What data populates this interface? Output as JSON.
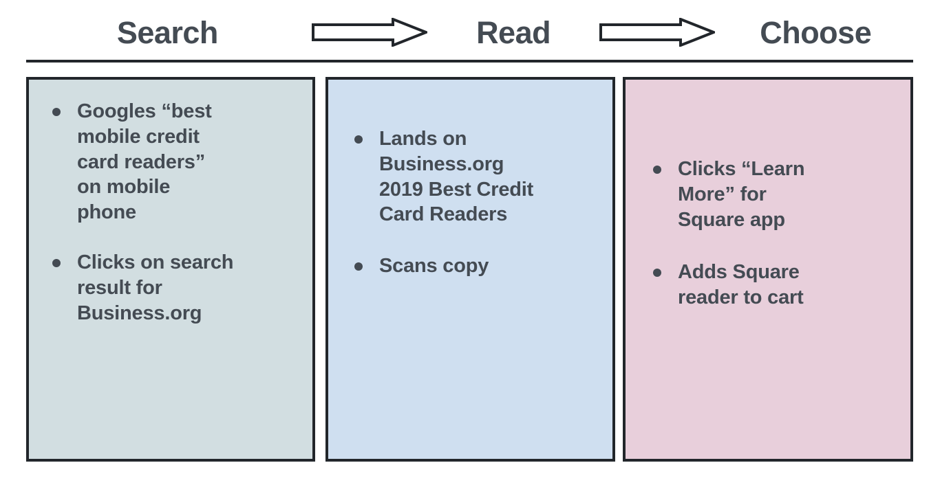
{
  "colors": {
    "text": "#444b53",
    "line": "#22262b",
    "col1_bg": "#d2dee1",
    "col2_bg": "#cfdff0",
    "col3_bg": "#e8cfdb",
    "page_bg": "#ffffff"
  },
  "header": {
    "stages": [
      {
        "label": "Search"
      },
      {
        "label": "Read"
      },
      {
        "label": "Choose"
      }
    ],
    "arrows": [
      {
        "name": "arrow-right-1"
      },
      {
        "name": "arrow-right-2"
      }
    ]
  },
  "columns": [
    {
      "stage": "Search",
      "bullets": [
        "Googles “best\nmobile credit\ncard readers”\non mobile\nphone",
        "Clicks on search\nresult for\nBusiness.org"
      ]
    },
    {
      "stage": "Read",
      "bullets": [
        "Lands on\nBusiness.org\n2019 Best Credit\nCard Readers",
        "Scans copy"
      ]
    },
    {
      "stage": "Choose",
      "bullets": [
        "Clicks “Learn\nMore” for\nSquare app",
        "Adds Square\nreader to cart"
      ]
    }
  ]
}
